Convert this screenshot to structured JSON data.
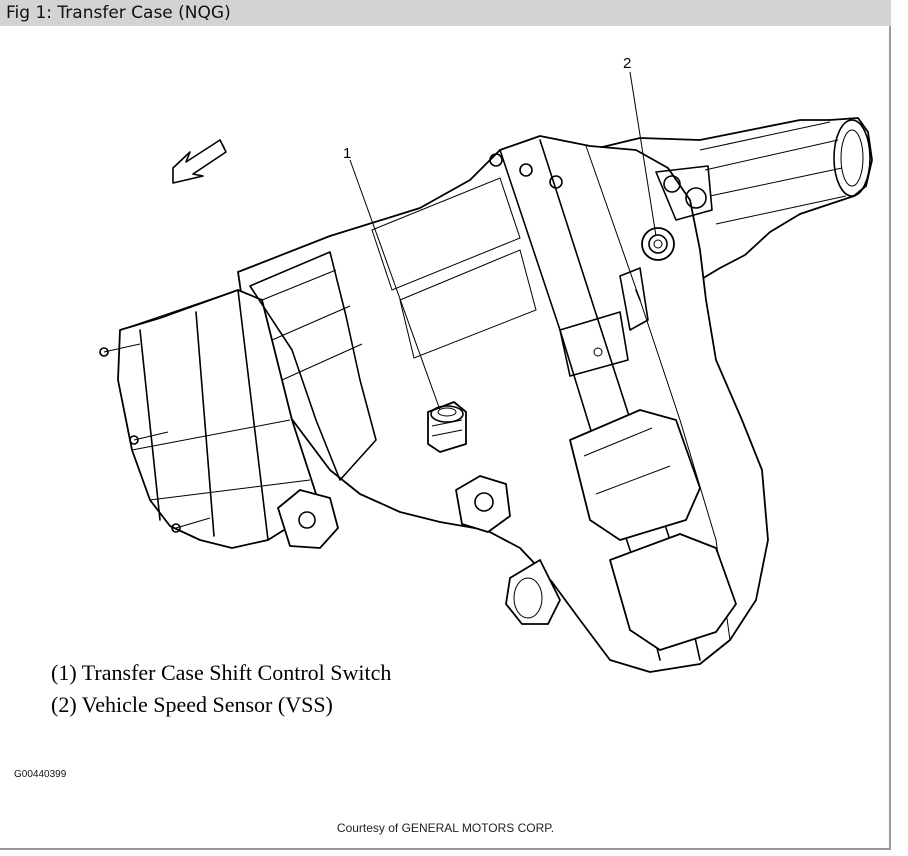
{
  "header": {
    "title": "Fig 1: Transfer Case (NQG)"
  },
  "callouts": [
    {
      "number": "1"
    },
    {
      "number": "2"
    }
  ],
  "legend": [
    {
      "text": "(1) Transfer Case Shift Control Switch"
    },
    {
      "text": "(2) Vehicle Speed Sensor (VSS)"
    }
  ],
  "figure_code": "G00440399",
  "courtesy": "Courtesy of GENERAL MOTORS CORP."
}
